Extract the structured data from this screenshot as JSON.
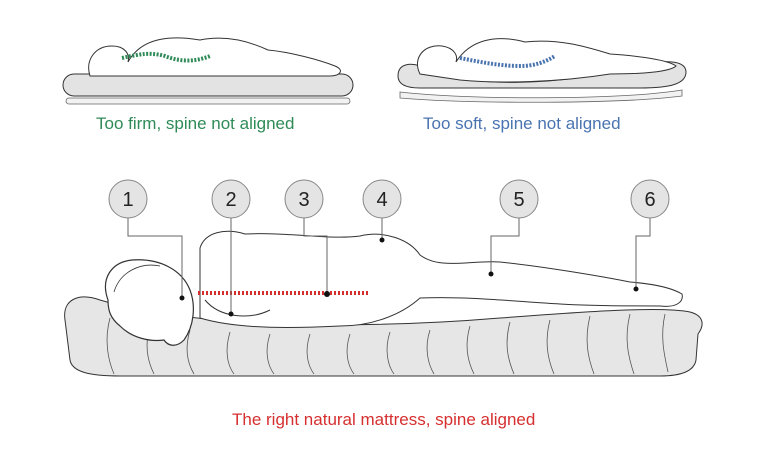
{
  "captions": {
    "too_firm": "Too firm, spine not aligned",
    "too_soft": "Too soft, spine not aligned",
    "right": "The right natural mattress, spine aligned"
  },
  "markers": [
    "1",
    "2",
    "3",
    "4",
    "5",
    "6"
  ],
  "colors": {
    "firm": "#2e8b57",
    "soft": "#4a74b0",
    "right": "#d62f2f",
    "mattress_fill": "#e6e6e6",
    "outline": "#333333"
  }
}
